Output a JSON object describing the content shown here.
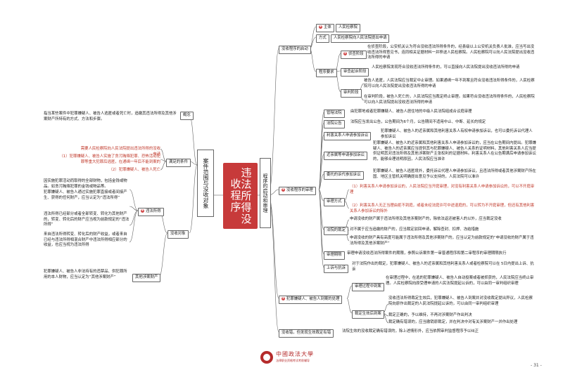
{
  "center": {
    "title": "违法所得没收程序"
  },
  "left": {
    "branch1": {
      "label": "案件范围与没收对象"
    },
    "concept": {
      "label": "概念",
      "text": "指当某些案件中犯罪嫌疑人、被告人逃匿或者死亡时，追缴其违法所得及其他涉案财产所特有的方式、方法和步骤。"
    },
    "conditions": {
      "label": "满足的条件",
      "intro": "需要人民检察院向人民法院提出违法所得的没收申请",
      "cond1": "（1）犯罪嫌疑人、被告人实施了贪污贿赂犯罪、恐怖活动犯罪等重大犯罪后逃匿，在通缉一年后不能到案的",
      "cond2": "（2）犯罪嫌疑人、被告人死亡"
    },
    "confiscation": {
      "label": "没收对象",
      "illegal_label": "违法所得",
      "illegal1": "因实施犯罪活动而取得的全部财物，包括金钱或物品。如贪污贿赂犯罪的金钱或物品等。",
      "illegal2": "犯罪嫌疑人、被告人通过实施犯罪直接或者间接产生、获得的任何财产，应当认定为“违法所得”",
      "illegal3": "违法所得已经部分或者全部转变、转化为其他财产的，转变、转化后的财产应当视为前款规定的“违法所得”",
      "illegal4": "来自违法所得转变、转化后的财产收益，或者来自已经与违法所得相混合财产中违法所得相应部分的收益，也应当视为违法所得",
      "other_label": "其他涉案财产",
      "other_text": "犯罪嫌疑人、被告人非法持有的违禁品、供犯罪所用的本人财物，应当认定为“其他涉案财产”"
    }
  },
  "right": {
    "branch2": {
      "label": "程序的启动和审理"
    },
    "start": {
      "label": "没收程序的启动",
      "subject_label": "主体",
      "subject_text": "人民检察院",
      "method_label": "方式",
      "method_text": "人民检察院向人民法院提出申请",
      "requirement_label": "程序要求",
      "investigation_label": "侦查阶段",
      "investigation_text": "在侦查阶段，公安机关认为符合没收违法所得条件的，经县级以上公安机关负责人批准，应当写出没收违法所得意见书，连同相关证据材料一并移送人民检察院。人民检察院可以向人民法院提出没收违法所得的申请",
      "prosecution_label": "审查起诉阶段",
      "prosecution_text": "人民检察院发现符合没收违法所得条件的，可以直接向人民法院提出没收违法所得的申请",
      "trial_label": "审判阶段",
      "trial_text1": "被告人逃匿，人民法院应当裁定中止审理。如果通缉一年不到案且符合没收违法所得条件的，人民检察院可以向人民法院提出没收违法所得的申请",
      "trial_text2": "在审判阶段，被告人死亡的，人民法院应当裁定终止审理。如果符合没收违法所得条件的，人民检察院可以向人民法院提出没收违法所得的申请"
    },
    "procedure": {
      "label": "没收程序的审理",
      "jurisdiction_label": "管辖法院",
      "jurisdiction_text": "由犯罪地或者犯罪嫌疑人、被告人居住地的中级人民法院组成合议庭审理",
      "notice_label": "法院公告",
      "notice_text": "法院应当发出公告，公告期间为6个月，公告期间不适用中止、中断、延长的规定",
      "participants_label": "利害关系人申请参加诉讼",
      "participants_text": "犯罪嫌疑人、被告人的近亲属和其他利害关系人有权申请参加诉讼，也可以委托诉讼代理人参加诉讼",
      "relatives_label": "近亲属等申请参加诉讼",
      "relatives_text": "犯罪嫌疑人、被告人的近亲属和其他利害关系人申请参加诉讼的，应当在公告期间内提出。犯罪嫌疑人、被告人的近亲属应当提供其与犯罪嫌疑人、被告人关系的证明材料，其他利害关系人应当提供证明其对违法所得及其他涉案财产主张权利的证据材料。利害关系人在公告期满后申请参加诉讼的，能够合理说明原因，人民法院应当准许",
      "entrust_label": "委托的诉代参加诉讼",
      "entrust_text": "犯罪嫌疑人、被告人逃匿境外，委托诉讼代理人申请参加诉讼，且违法所得或者其他涉案财产所在国、地区主管机关明确提出意见予以支持的，人民法院可以准许",
      "hearing_label": "审理方式",
      "hearing_text1": "（1）利害关系人申请参加诉讼的，人民法院应当开庭审理，对没有利害关系人申请参加诉讼的，可以不开庭审理",
      "hearing_text2": "（2）利害关系人无正当理由拒不到庭，或者未经法庭许可中途退庭的，可以转为不开庭审理，但还有其他利害关系人参加诉讼的除外",
      "ruling_label": "法院的裁定",
      "ruling_text1": "申请没收的财产属于违法所得及其他涉案财产的，除依法返还被害人的以外，应当裁定没收",
      "ruling_text2": "对不属于应当追缴的财产的，应当裁定驳回申请，解除查封、扣押、冻结措施",
      "ruling_text3": "申请没收的财产具有高度可能属于违法所得及其他涉案财产的，应当认定为前款规定的“申请没收的财产属于违法所得及其他涉案财产”",
      "period_label": "审理期限",
      "period_text": "审理申请没收违法所得案件的期限，参照公诉案件第一审普通程序和第二审程序的审理期限执行",
      "appeal_label": "上诉与抗诉",
      "appeal_text": "对于法院作出的裁定，犯罪嫌疑人、被告人的近亲属和其他利害关系人或者检察院可以在 5日内提出上诉、抗诉"
    },
    "arrival": {
      "label": "犯罪嫌疑人、被告人到案的处理",
      "during_label": "审理过程中到案",
      "during_text": "在审理过程中，在逃的犯罪嫌疑人、被告人自动投案或者被抓获的，人民法院应当终止审理。人民检察院向原受理申请的人民法院提起公诉的，可以由同一审判组织审理",
      "after_label": "裁定生效后到案",
      "after_text1": "没收违法所得裁定生效后，犯罪嫌疑人、被告人到案并对没收裁定提出异议，人民检察院向原作出裁定的人民法院提起公诉的，可以由同一审判组织审理",
      "after_text2": "裁定正确的，予以维持，不再对涉案财产作出判决",
      "after_text3": "裁定确有错误的，应当撤销原裁定，并在判决中对有关涉案财产一并作出处理"
    },
    "error": {
      "label": "没收错，但发现生效裁定有错",
      "text": "法院生效的没收裁定确有错误的，除上述情形外，应当依照审判监督程序予以纠正"
    }
  },
  "footer": {
    "school": "中國政法大學",
    "sub": "法律职业资格考试考前辅导",
    "page": "- 31 -"
  },
  "colors": {
    "central": "#c73a3a",
    "mark": "#d24b4b",
    "warn_text": "#c0392b",
    "brand": "#b52b2b"
  }
}
